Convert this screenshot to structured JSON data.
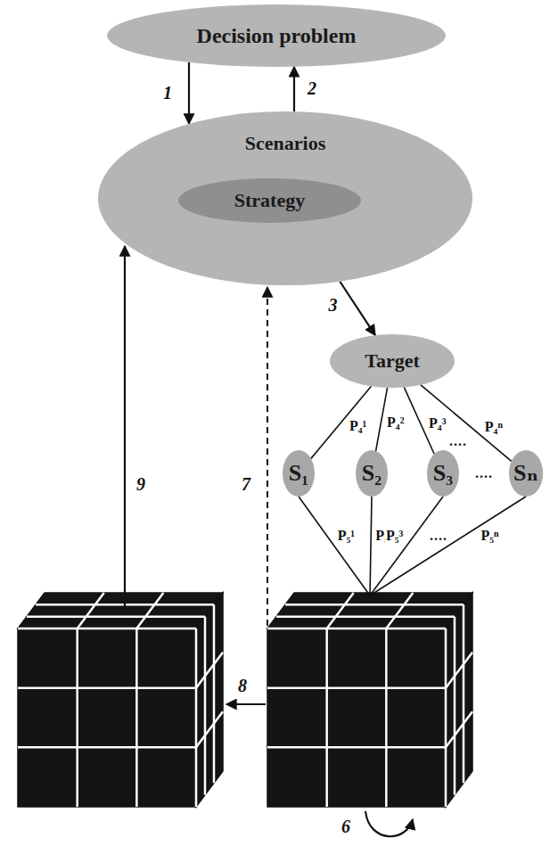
{
  "diagram": {
    "nodes": [
      {
        "text": [
          "Decision problem"
        ]
      },
      {
        "text": [
          "Scenarios"
        ]
      },
      {
        "text": [
          "Strategy"
        ],
        "in": 1
      },
      {
        "text": [
          "Target"
        ]
      },
      {
        "text": [
          "S₁"
        ]
      },
      {
        "text": [
          "S₂"
        ]
      },
      {
        "text": [
          "S₃"
        ]
      },
      {
        "text": [
          "Sₙ"
        ]
      }
    ],
    "edges": [
      {
        "from": 0,
        "to": 1,
        "arrow": "to",
        "label": "1"
      },
      {
        "from": 1,
        "to": 0,
        "arrow": "to",
        "label": "2"
      },
      {
        "from": 1,
        "to": 3,
        "arrow": "to",
        "label": "3"
      },
      {
        "from": 3,
        "to": 4,
        "arrow": "none",
        "label": "P₄¹"
      },
      {
        "from": 3,
        "to": 5,
        "arrow": "none",
        "label": "P₄²"
      },
      {
        "from": 3,
        "to": 6,
        "arrow": "none",
        "label": "P₄³"
      },
      {
        "from": 3,
        "to": 7,
        "arrow": "none",
        "label": "P₄ⁿ"
      }
    ],
    "labels": [
      "....",
      "....",
      "P₅¹",
      "P₅²",
      "P₅³",
      "P₅ⁿ",
      "....",
      "9",
      "7",
      "8",
      "6"
    ]
  }
}
